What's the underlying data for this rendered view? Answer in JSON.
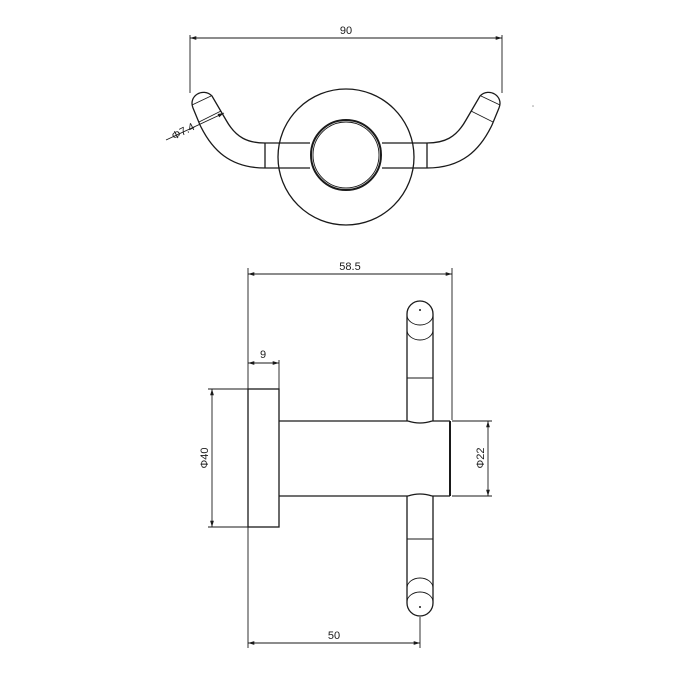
{
  "drawing": {
    "type": "technical-drawing",
    "subject": "double robe hook",
    "units": "mm",
    "top_view": {
      "dimensions": {
        "overall_width": "90",
        "hook_diameter": "Φ7.4"
      }
    },
    "side_view": {
      "dimensions": {
        "overall_depth": "58.5",
        "base_thickness": "9",
        "base_diameter": "Φ40",
        "body_diameter": "Φ22",
        "hook_offset": "50"
      }
    },
    "colors": {
      "line": "#1a1a1a",
      "background": "#ffffff"
    }
  }
}
